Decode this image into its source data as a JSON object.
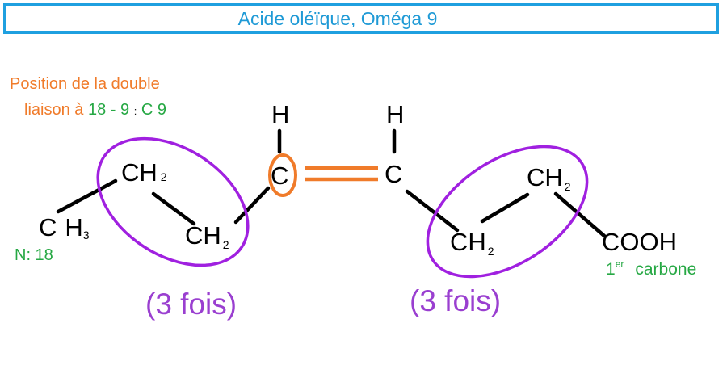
{
  "title": "Acide oléïque, Oméga 9",
  "annotation": {
    "line1": "Position de la double",
    "line2_prefix": "liaison à",
    "line2_num1": "18",
    "line2_dash": "-",
    "line2_num2": "9",
    "line2_sep": ":",
    "line2_carbon": "C 9"
  },
  "n_label": "N: 18",
  "first_carbon": {
    "num": "1",
    "sup": "er",
    "text": "carbone"
  },
  "repeat_labels": [
    "(3 fois)",
    "(3 fois)"
  ],
  "atoms": {
    "ch3": {
      "c": "C",
      "h": "H",
      "sub": "3"
    },
    "ch2_a": {
      "ch": "CH",
      "sub": "2"
    },
    "ch2_b": {
      "ch": "CH",
      "sub": "2"
    },
    "c9": "C",
    "c10": "C",
    "h9": "H",
    "h10": "H",
    "ch2_c": {
      "ch": "CH",
      "sub": "2"
    },
    "ch2_d": {
      "ch": "CH",
      "sub": "2"
    },
    "cooh": "COOH"
  },
  "colors": {
    "title_border": "#1fa0e0",
    "title_text": "#1f9ad6",
    "annotation": "#f07b2a",
    "double_bond": "#f07b2a",
    "highlight_circle": "#f07b2a",
    "green_text": "#26a844",
    "ellipse": "#a020e0",
    "repeat_text": "#9a3fd0",
    "bond": "#000000"
  }
}
